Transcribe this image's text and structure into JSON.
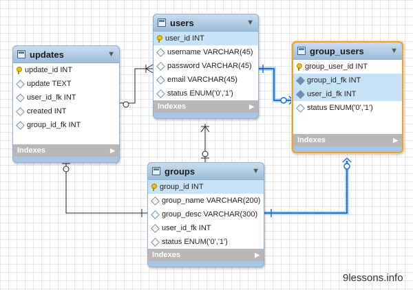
{
  "tables": {
    "updates": {
      "title": "updates",
      "columns": [
        "update_id INT",
        "update TEXT",
        "user_id_fk INT",
        "created INT",
        "group_id_fk INT"
      ],
      "indexes": "Indexes"
    },
    "users": {
      "title": "users",
      "columns": [
        "user_id INT",
        "username VARCHAR(45)",
        "password VARCHAR(45)",
        "email VARCHAR(45)",
        "status ENUM('0','1')"
      ],
      "indexes": "Indexes"
    },
    "group_users": {
      "title": "group_users",
      "columns": [
        "group_user_id INT",
        "group_id_fk INT",
        "user_id_fk INT",
        "status ENUM('0','1')"
      ],
      "indexes": "Indexes"
    },
    "groups": {
      "title": "groups",
      "columns": [
        "group_id INT",
        "group_name VARCHAR(200)",
        "group_desc VARCHAR(300)",
        "user_id_fk INT",
        "status ENUM('0','1')"
      ],
      "indexes": "Indexes"
    }
  },
  "credit": "9lessons.info",
  "colors": {
    "highlight_link": "#1e6fd9",
    "link": "#222222",
    "selected_border": "#f0a030"
  }
}
